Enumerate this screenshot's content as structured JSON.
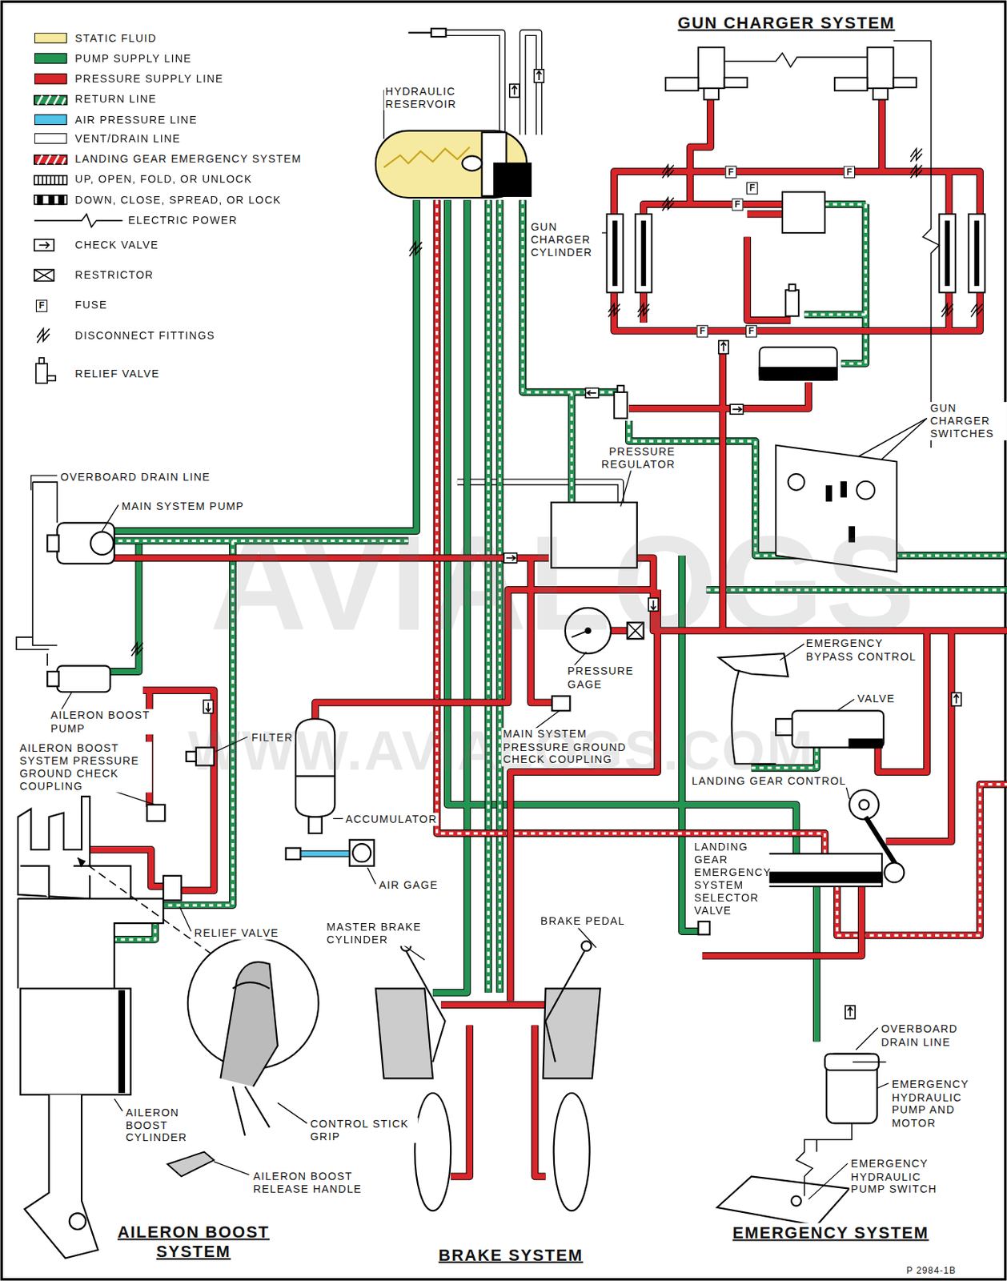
{
  "diagram": {
    "labels": [
      "GUN CHARGER SYSTEM",
      "HYDRAULIC RESERVOIR",
      "GUN CHARGER CYLINDER",
      "GUN CHARGER SWITCHES",
      "OVERBOARD DRAIN LINE",
      "MAIN SYSTEM PUMP",
      "PRESSURE REGULATOR",
      "EMERGENCY BYPASS CONTROL",
      "VALVE",
      "PRESSURE GAGE",
      "MAIN SYSTEM PRESSURE GROUND CHECK COUPLING",
      "AILERON BOOST PUMP",
      "FILTER",
      "AILERON BOOST SYSTEM PRESSURE GROUND CHECK COUPLING",
      "ACCUMULATOR",
      "LANDING GEAR CONTROL",
      "LANDING GEAR EMERGENCY SYSTEM SELECTOR VALVE",
      "AIR GAGE",
      "RELIEF VALVE",
      "MASTER BRAKE CYLINDER",
      "BRAKE PEDAL",
      "OVERBOARD DRAIN LINE",
      "EMERGENCY HYDRAULIC PUMP AND MOTOR",
      "AILERON BOOST CYLINDER",
      "CONTROL STICK GRIP",
      "AILERON BOOST RELEASE HANDLE",
      "EMERGENCY HYDRAULIC PUMP SWITCH",
      "AILERON BOOST SYSTEM",
      "BRAKE SYSTEM",
      "EMERGENCY SYSTEM",
      "P 2984-1B",
      "AVIALOGS",
      "WWW.AVIALOGS.COM",
      "F",
      "F",
      "F",
      "F",
      "F",
      "F",
      "F"
    ],
    "legend": [
      {
        "text": "STATIC FLUID",
        "color": "#f6eaa0"
      },
      {
        "text": "PUMP SUPPLY LINE",
        "color": "#249452"
      },
      {
        "text": "PRESSURE SUPPLY LINE",
        "color": "#d8262a"
      },
      {
        "text": "RETURN LINE"
      },
      {
        "text": "AIR PRESSURE LINE",
        "color": "#4fc3e8"
      },
      {
        "text": "VENT/DRAIN LINE",
        "color": "#ffffff"
      },
      {
        "text": "LANDING GEAR EMERGENCY SYSTEM"
      },
      {
        "text": "UP, OPEN, FOLD, OR UNLOCK"
      },
      {
        "text": "DOWN, CLOSE, SPREAD, OR LOCK"
      },
      {
        "text": "ELECTRIC POWER"
      },
      {
        "text": "CHECK VALVE"
      },
      {
        "text": "RESTRICTOR"
      },
      {
        "text": "FUSE"
      },
      {
        "text": "DISCONNECT FITTINGS"
      },
      {
        "text": "RELIEF VALVE"
      }
    ]
  }
}
